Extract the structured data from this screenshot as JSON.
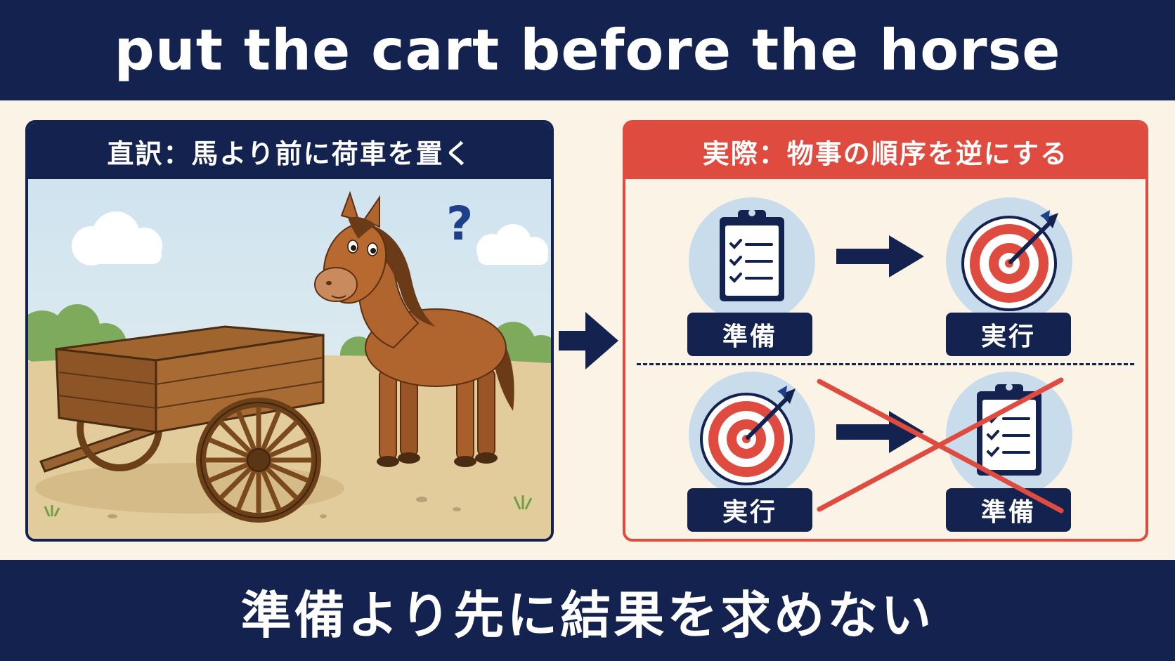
{
  "title": "put the cart before the horse",
  "left_panel": {
    "header": "直訳：馬より前に荷車を置く",
    "question_mark": "?"
  },
  "right_panel": {
    "header": "実際：物事の順序を逆にする",
    "correct_order": {
      "first": "準備",
      "second": "実行",
      "first_icon": "clipboard-checklist-icon",
      "second_icon": "target-arrow-icon"
    },
    "wrong_order": {
      "first": "実行",
      "second": "準備",
      "first_icon": "target-arrow-icon",
      "second_icon": "clipboard-checklist-icon"
    }
  },
  "bottom_message": "準備より先に結果を求めない",
  "colors": {
    "navy": "#13224f",
    "red": "#e04b3f",
    "cream": "#fbf4e6",
    "light_blue": "#c9dceb"
  }
}
